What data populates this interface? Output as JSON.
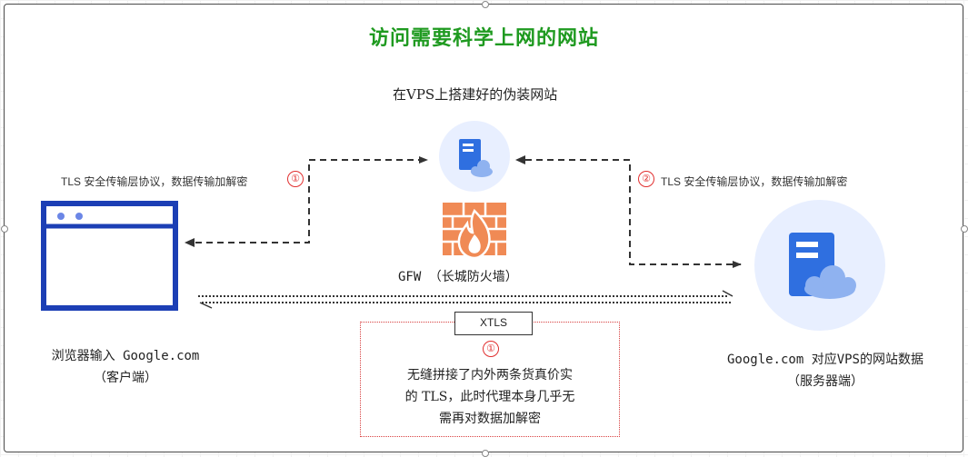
{
  "title": "访问需要科学上网的网站",
  "vps": {
    "label": "在VPS上搭建好的伪装网站"
  },
  "gfw": {
    "label": "GFW （长城防火墙）"
  },
  "client": {
    "line1": "浏览器输入 Google.com",
    "line2": "（客户端）"
  },
  "server": {
    "line1": "Google.com 对应VPS的网站数据",
    "line2": "（服务器端）"
  },
  "tls_left": {
    "text": "TLS 安全传输层协议，数据传输加解密",
    "number": "①"
  },
  "tls_right": {
    "text": "TLS 安全传输层协议，数据传输加解密",
    "number": "②"
  },
  "xtls": {
    "label": "XTLS",
    "number": "①",
    "note_lines": [
      "无缝拼接了内外两条货真价实",
      "的 TLS，此时代理本身几乎无",
      "需再对数据加解密"
    ]
  },
  "colors": {
    "title": "#1f9a20",
    "browser": "#1c3fb5",
    "server_blue": "#2f6fe0",
    "server_bg": "#e8efff",
    "cloud": "#8fb2f0",
    "firewall": "#f08a55",
    "annotation_red": "#e12f2f"
  },
  "icons": {
    "browser": "browser-window-icon",
    "vps": "server-cloud-icon",
    "firewall": "firewall-icon",
    "server": "server-cloud-icon"
  }
}
